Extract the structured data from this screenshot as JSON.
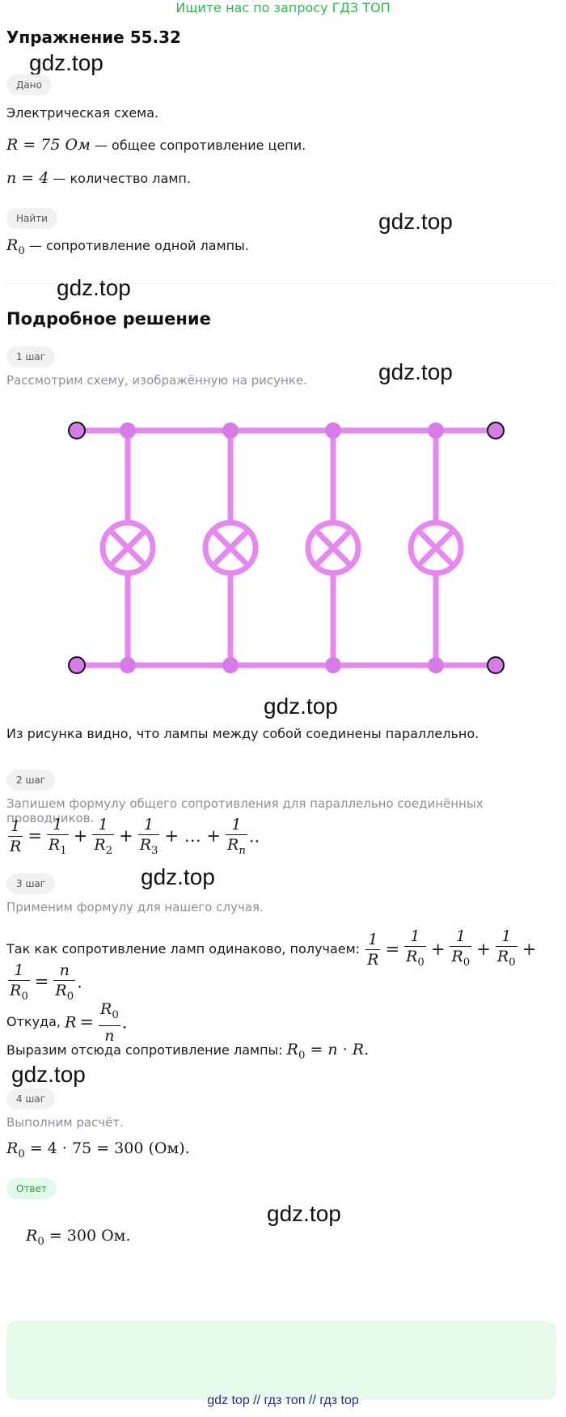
{
  "banner": "Ищите нас по запросу ГДЗ ТОП",
  "exercise_title": "Упражнение 55.32",
  "watermark": "gdz.top",
  "given": {
    "pill": "Дано",
    "line1": "Электрическая схема.",
    "line2_math": "R = 75 Ом",
    "line2_text": " — общее сопротивление цепи.",
    "line3_math": "n = 4",
    "line3_text": " — количество ламп."
  },
  "find": {
    "pill": "Найти",
    "line_math": "R",
    "line_sub": "0",
    "line_text": " — сопротивление одной лампы."
  },
  "solution_title": "Подробное решение",
  "step1": {
    "pill": "1 шаг",
    "hint": "Рассмотрим схему, изображённую на рисунке.",
    "text": "Из рисунка видно, что лампы между собой соединены параллельно."
  },
  "step2": {
    "pill": "2 шаг",
    "hint": "Запишем формулу общего сопротивления для параллельно соединённых проводников."
  },
  "step3": {
    "pill": "3 шаг",
    "hint": "Применим формулу для нашего случая.",
    "text1": "Так как сопротивление ламп одинаково, получаем:",
    "text2": "Откуда,",
    "text3": "Выразим отсюда сопротивление лампы:"
  },
  "step4": {
    "pill": "4 шаг",
    "hint": "Выполним расчёт.",
    "calc": "= 4 · 75 = 300  (Ом)."
  },
  "answer": {
    "pill": "Ответ",
    "value": "= 300 Ом."
  },
  "footer": "gdz top  //  гдз топ  //  гдз top",
  "colors": {
    "circuit": "#e589f0",
    "node_fill": "#d77be8",
    "accent_green": "#2db84a",
    "footer": "#2b2a86"
  },
  "circuit": {
    "lamps": 4
  }
}
